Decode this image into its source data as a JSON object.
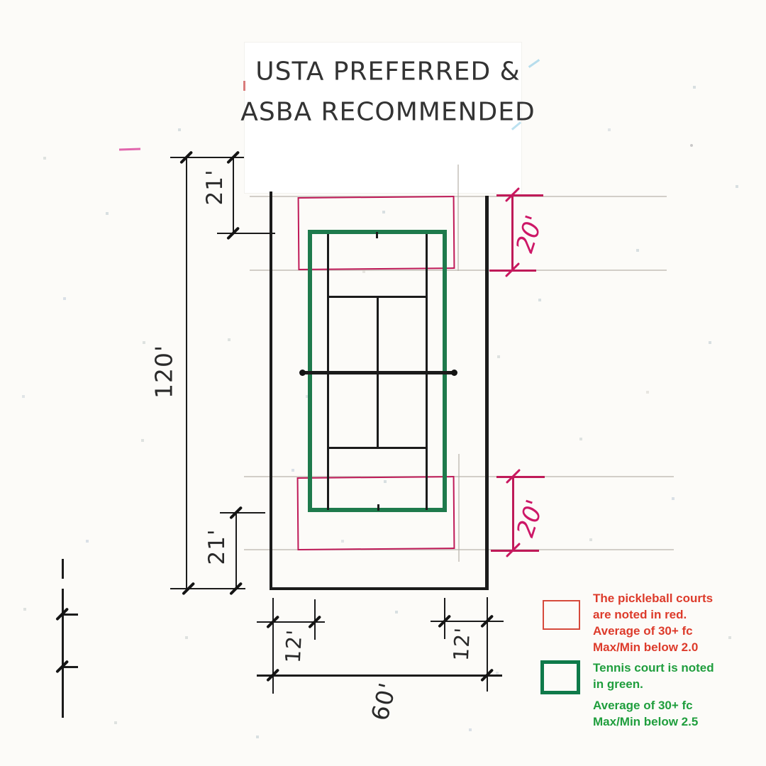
{
  "title": {
    "line1": "USTA PREFERRED &",
    "line2": "ASBA RECOMMENDED"
  },
  "dimensions": {
    "pad_length": "120'",
    "pad_width": "60'",
    "baseline_offset_top": "21'",
    "baseline_offset_bottom": "21'",
    "pickleball_depth_top": "20'",
    "pickleball_depth_bottom": "20'",
    "side_margin_left": "12'",
    "side_margin_right": "12'"
  },
  "legend": {
    "pickleball": {
      "line1": "The pickleball courts",
      "line2": "are noted in red.",
      "line3": "Average of 30+ fc",
      "line4": "Max/Min below 2.0"
    },
    "tennis": {
      "line1": "Tennis court is noted",
      "line2": "in green.",
      "line3": "Average of 30+ fc",
      "line4": "Max/Min below 2.5"
    }
  },
  "colors": {
    "pickleball_outline": "#bf1a58",
    "tennis_outline": "#1e7a4c",
    "legend_red_text": "#dd3b2b",
    "legend_green_text": "#1f9e3d",
    "ink": "#1b1b1b"
  }
}
